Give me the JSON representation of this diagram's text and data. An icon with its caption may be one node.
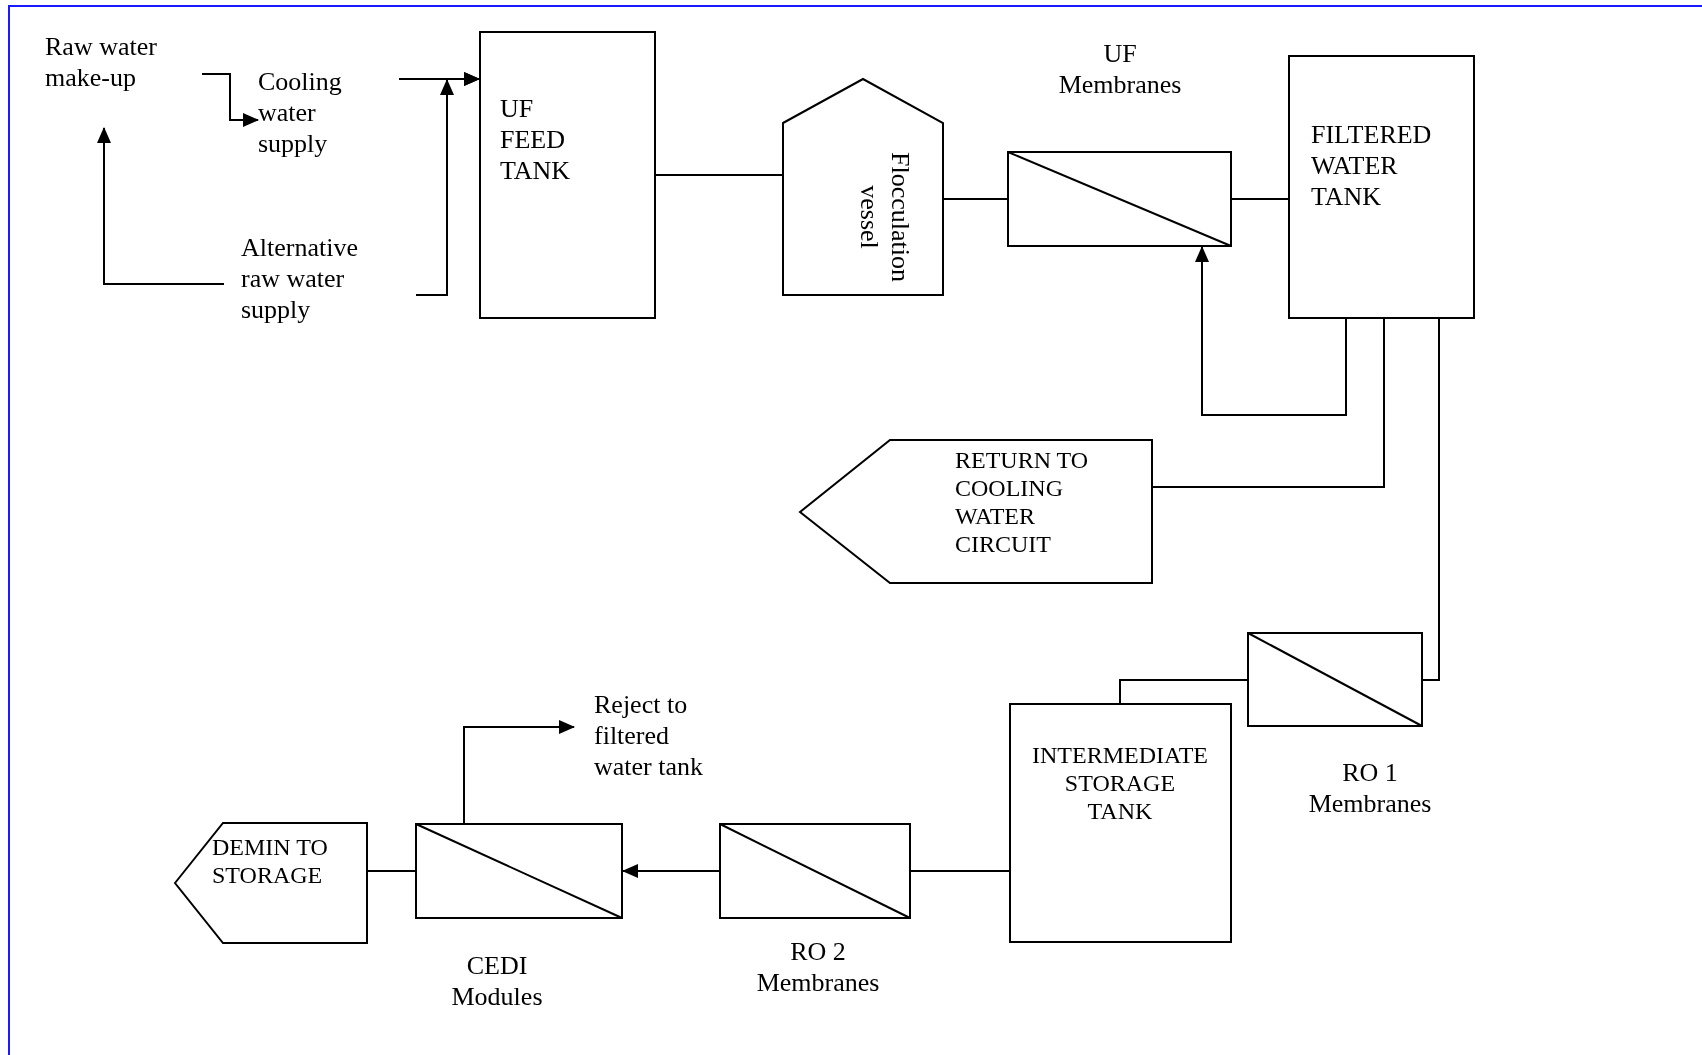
{
  "diagram": {
    "nodes": [
      {
        "text": [
          "Raw water make-up"
        ]
      },
      {
        "text": [
          "Cooling water supply"
        ]
      },
      {
        "text": [
          "Alternative raw water supply"
        ]
      },
      {
        "text": [
          "UF FEED TANK"
        ]
      },
      {
        "text": [
          "Flocculation vessel"
        ]
      },
      {
        "text": [
          "UF Membranes"
        ]
      },
      {
        "text": [
          "FILTERED WATER TANK"
        ]
      },
      {
        "text": [
          "RETURN TO COOLING WATER CIRCUIT"
        ]
      },
      {
        "text": [
          "RO 1 Membranes"
        ]
      },
      {
        "text": [
          "INTERMEDIATE STORAGE TANK"
        ]
      },
      {
        "text": [
          "RO 2 Membranes"
        ]
      },
      {
        "text": [
          "CEDI Modules"
        ]
      },
      {
        "text": [
          "DEMIN TO STORAGE"
        ]
      },
      {
        "text": [
          "Reject to filtered water tank"
        ]
      }
    ],
    "edges": [
      {
        "from": 0,
        "to": 1,
        "arrow": "to"
      },
      {
        "from": 2,
        "to": 0,
        "arrow": "to"
      },
      {
        "from": 1,
        "to": 3,
        "arrow": "to"
      },
      {
        "from": 2,
        "to": 3,
        "arrow": "to"
      },
      {
        "from": 3,
        "to": 4,
        "arrow": "none"
      },
      {
        "from": 4,
        "to": 5,
        "arrow": "none"
      },
      {
        "from": 5,
        "to": 6,
        "arrow": "none"
      },
      {
        "from": 6,
        "to": 5,
        "arrow": "to"
      },
      {
        "from": 6,
        "to": 7,
        "arrow": "none"
      },
      {
        "from": 6,
        "to": 8,
        "arrow": "none"
      },
      {
        "from": 8,
        "to": 9,
        "arrow": "none"
      },
      {
        "from": 9,
        "to": 10,
        "arrow": "none"
      },
      {
        "from": 10,
        "to": 11,
        "arrow": "to"
      },
      {
        "from": 11,
        "to": 12,
        "arrow": "none"
      },
      {
        "from": 11,
        "to": 13,
        "arrow": "to"
      }
    ]
  }
}
